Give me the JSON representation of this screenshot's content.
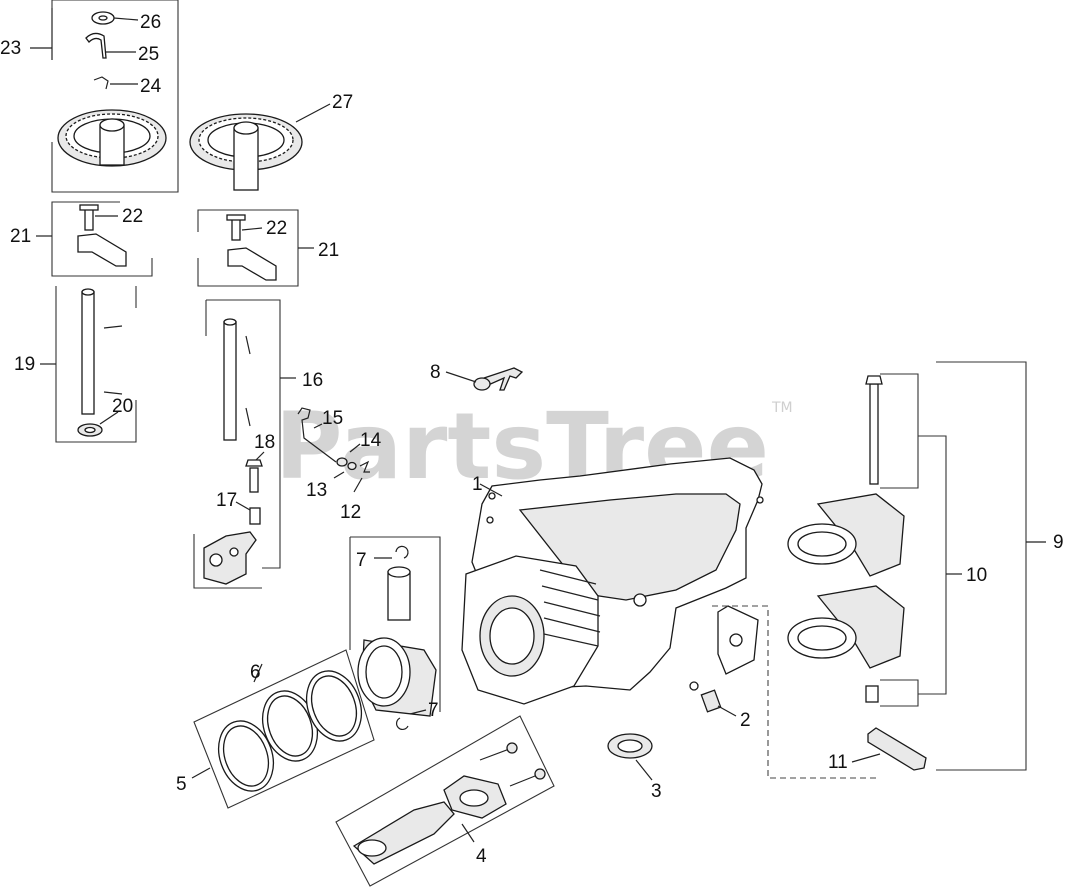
{
  "watermark": {
    "brand": "PartsTree",
    "trademark": "TM"
  },
  "callouts": [
    "1",
    "2",
    "3",
    "4",
    "5",
    "6",
    "7",
    "8",
    "9",
    "10",
    "11",
    "12",
    "13",
    "14",
    "15",
    "16",
    "17",
    "18",
    "19",
    "20",
    "21",
    "22",
    "23",
    "24",
    "25",
    "26",
    "27"
  ],
  "colors": {
    "line": "#1a1a1a",
    "watermark": "#d4d4d4",
    "fill": "#e9e9e9"
  }
}
